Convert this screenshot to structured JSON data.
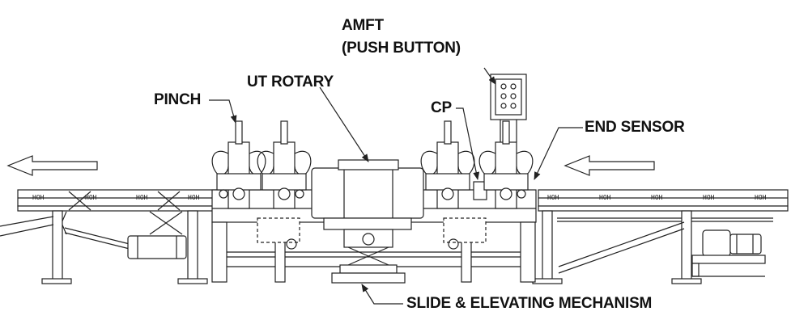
{
  "labels": {
    "amft": "AMFT",
    "push_button": "(PUSH BUTTON)",
    "pinch": "PINCH",
    "ut_rotary": "UT ROTARY",
    "cp": "CP",
    "end_sensor": "END SENSOR",
    "slide_elevating": "SLIDE & ELEVATING MECHANISM"
  },
  "roller_mark": "HOH",
  "colors": {
    "line": "#222222",
    "fill": "#ffffff",
    "label": "#111111"
  },
  "icons": [
    "arrow-left-icon",
    "arrow-left-icon"
  ]
}
